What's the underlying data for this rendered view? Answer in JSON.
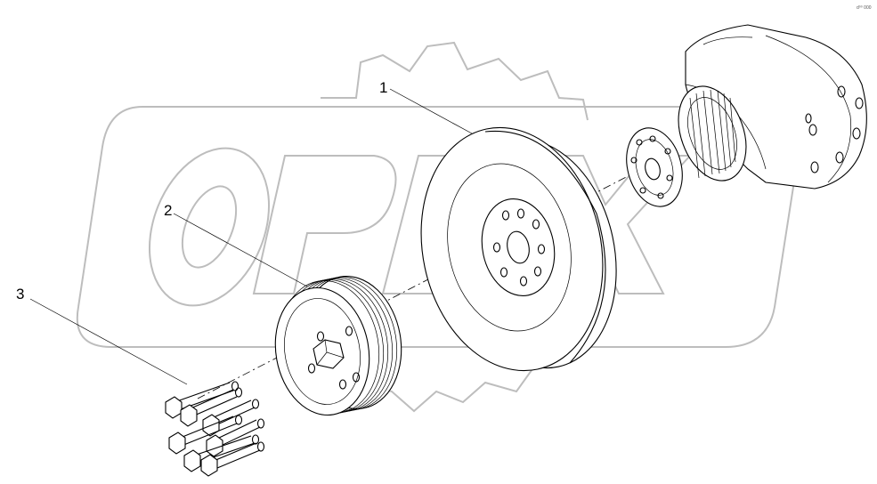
{
  "diagram": {
    "watermark_text": "OPEX",
    "corner_code": "d⁰⁰ 000",
    "callouts": [
      {
        "label": "1",
        "part": "damper"
      },
      {
        "label": "2",
        "part": "pulley"
      },
      {
        "label": "3",
        "part": "bolts"
      }
    ]
  }
}
